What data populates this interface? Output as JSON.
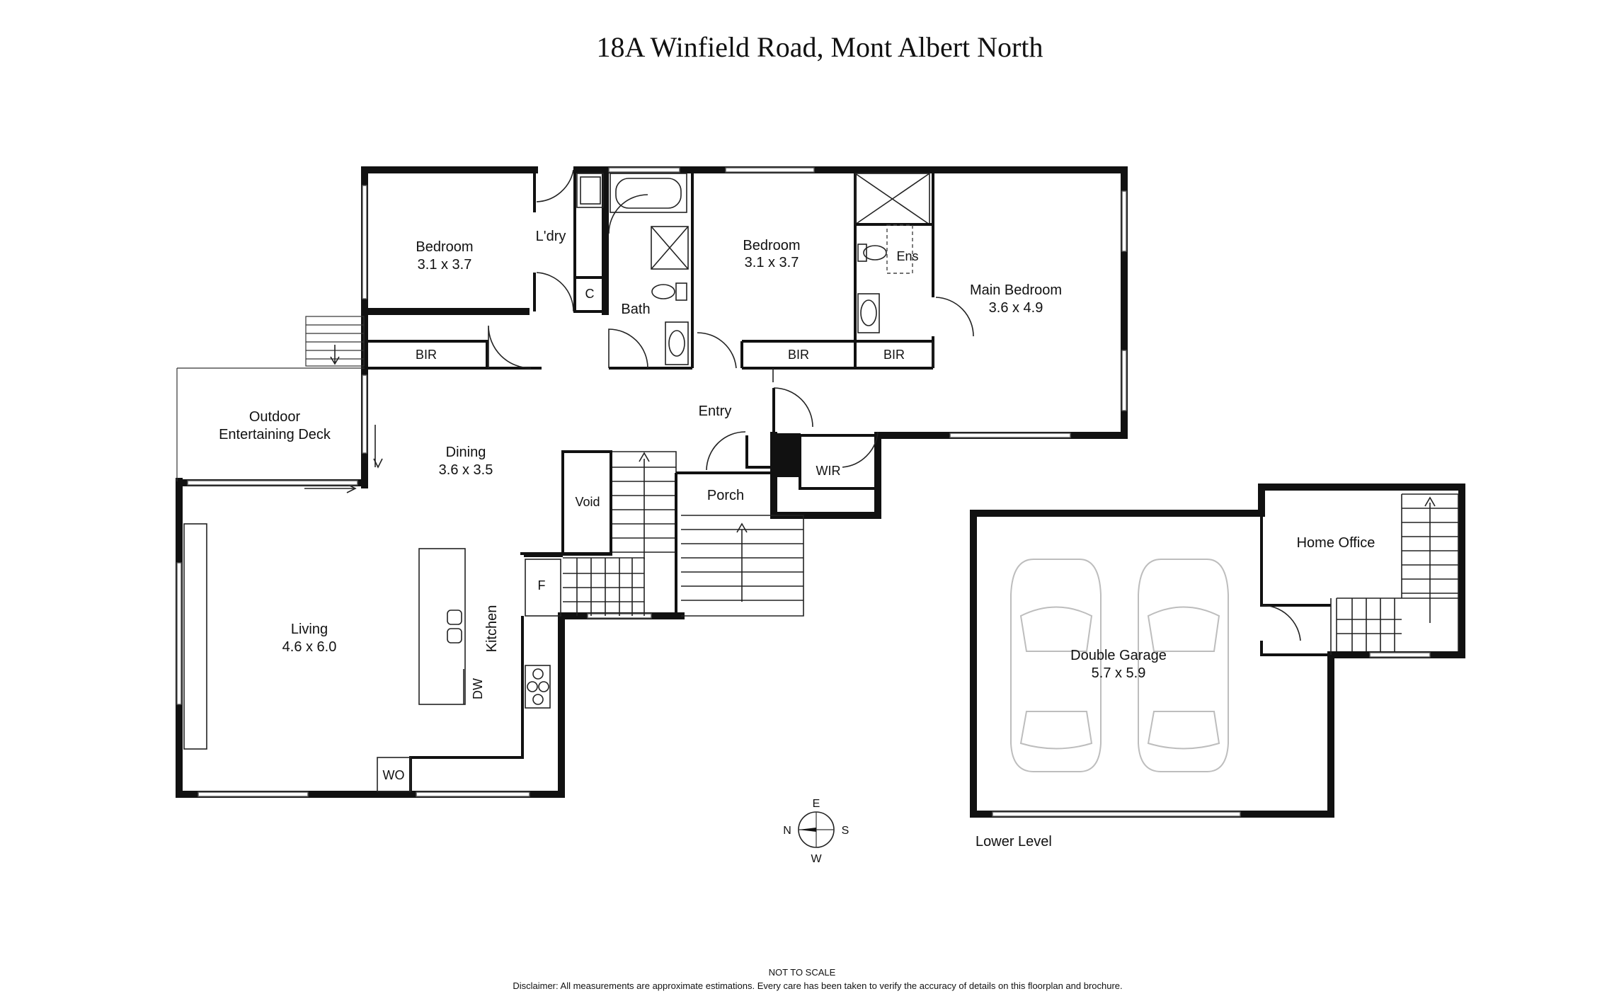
{
  "title": "18A Winfield Road, Mont Albert North",
  "rooms": {
    "bedroom_left": {
      "name": "Bedroom",
      "size": "3.1 x 3.7"
    },
    "laundry": {
      "name": "L'dry"
    },
    "cupboard": {
      "name": "C"
    },
    "bath": {
      "name": "Bath"
    },
    "bedroom_mid": {
      "name": "Bedroom",
      "size": "3.1 x 3.7"
    },
    "ensuite": {
      "name": "Ens"
    },
    "main_bedroom": {
      "name": "Main Bedroom",
      "size": "3.6 x 4.9"
    },
    "bir_left": {
      "name": "BIR"
    },
    "bir_mid": {
      "name": "BIR"
    },
    "bir_right": {
      "name": "BIR"
    },
    "entry": {
      "name": "Entry"
    },
    "outdoor_deck": {
      "name_line1": "Outdoor",
      "name_line2": "Entertaining Deck"
    },
    "dining": {
      "name": "Dining",
      "size": "3.6 x 3.5"
    },
    "void": {
      "name": "Void"
    },
    "porch": {
      "name": "Porch"
    },
    "wir": {
      "name": "WIR"
    },
    "fridge": {
      "name": "F"
    },
    "living": {
      "name": "Living",
      "size": "4.6 x 6.0"
    },
    "kitchen": {
      "name": "Kitchen"
    },
    "dishwasher": {
      "name": "DW"
    },
    "wall_oven": {
      "name": "WO"
    },
    "home_office": {
      "name": "Home Office"
    },
    "double_garage": {
      "name": "Double Garage",
      "size": "5.7 x 5.9"
    }
  },
  "lower_level_label": "Lower Level",
  "compass": {
    "north": "N",
    "east": "E",
    "south": "S",
    "west": "W"
  },
  "footer": {
    "scale_note": "NOT TO SCALE",
    "disclaimer": "Disclaimer: All measurements are approximate estimations. Every care has been taken to verify the accuracy of details on this floorplan and brochure."
  }
}
